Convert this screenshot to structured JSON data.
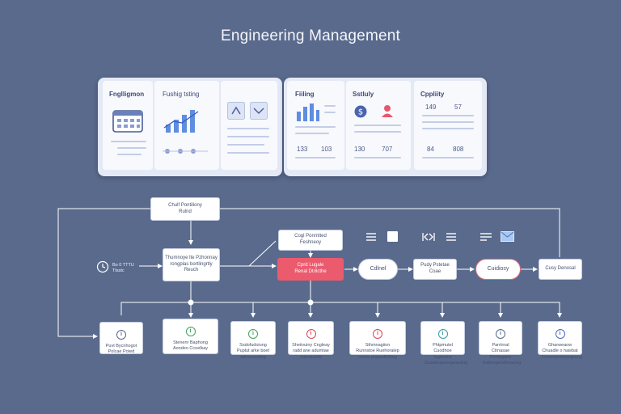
{
  "title": "Engineering Management",
  "panels": {
    "left": [
      {
        "title": "Fnglligmon"
      },
      {
        "title": "Fushig tsting"
      }
    ],
    "right": [
      {
        "title": "Fiiling",
        "numbers": [
          "133",
          "103"
        ]
      },
      {
        "title": "Sstluly",
        "numbers": [
          "130",
          "707"
        ]
      },
      {
        "title": "Cppliity",
        "numbers": [
          "149",
          "57",
          "84",
          "808"
        ]
      }
    ]
  },
  "flow": {
    "top_node": "Chulf Pontiliony\nRulnd",
    "left_node": "Thumnoye lte Pzhonnay\nrongplas bortlingrtly\nReuch",
    "left_label": "Bo 0 TTTU\nTtsstc",
    "mid_node": "Cogl Ponmtted\nFeshneoy",
    "red_node": "Cprd Lugale\nRenal Dtrilcthe",
    "pill_1": "Cdlnel",
    "rect_2": "Pudy Pstetae\nCoae",
    "pill_3": "Cuidiosy",
    "rect_4": "Cusy Denosal"
  },
  "bottom_boxes": [
    {
      "label": "Puvt Bycnhogot\nPolcae Poted",
      "icon_color": "#5a6a8c"
    },
    {
      "label": "Stenenr Baphong\nAondeo Ccoelkay",
      "icon_color": "#3fa45a"
    },
    {
      "label": "Ssdofudoiung\nPuplut arke boet\nadmuvanting",
      "icon_color": "#3fa45a"
    },
    {
      "label": "Sheiivuiny Cngleay\nradd ane adumtae\nroanutatrlie",
      "icon_color": "#d9455a"
    },
    {
      "label": "Sthmnagiion\nRunnstoe Ruehoralep\nmerte prapodhtlting",
      "icon_color": "#d9455a"
    },
    {
      "label": "Phtpmutel\nCuodhoe fugtioons\nSuaelsoperingeauting",
      "icon_color": "#3a9aa8"
    },
    {
      "label": "Parrtrnal\nCtrnasae Pontegane\nfrulbrogeodhnacing",
      "icon_color": "#5a6a8c"
    },
    {
      "label": "Gharweaow\nChuadle o hawbat\nCrunmanloeaugrung",
      "icon_color": "#4a6ac0"
    }
  ]
}
